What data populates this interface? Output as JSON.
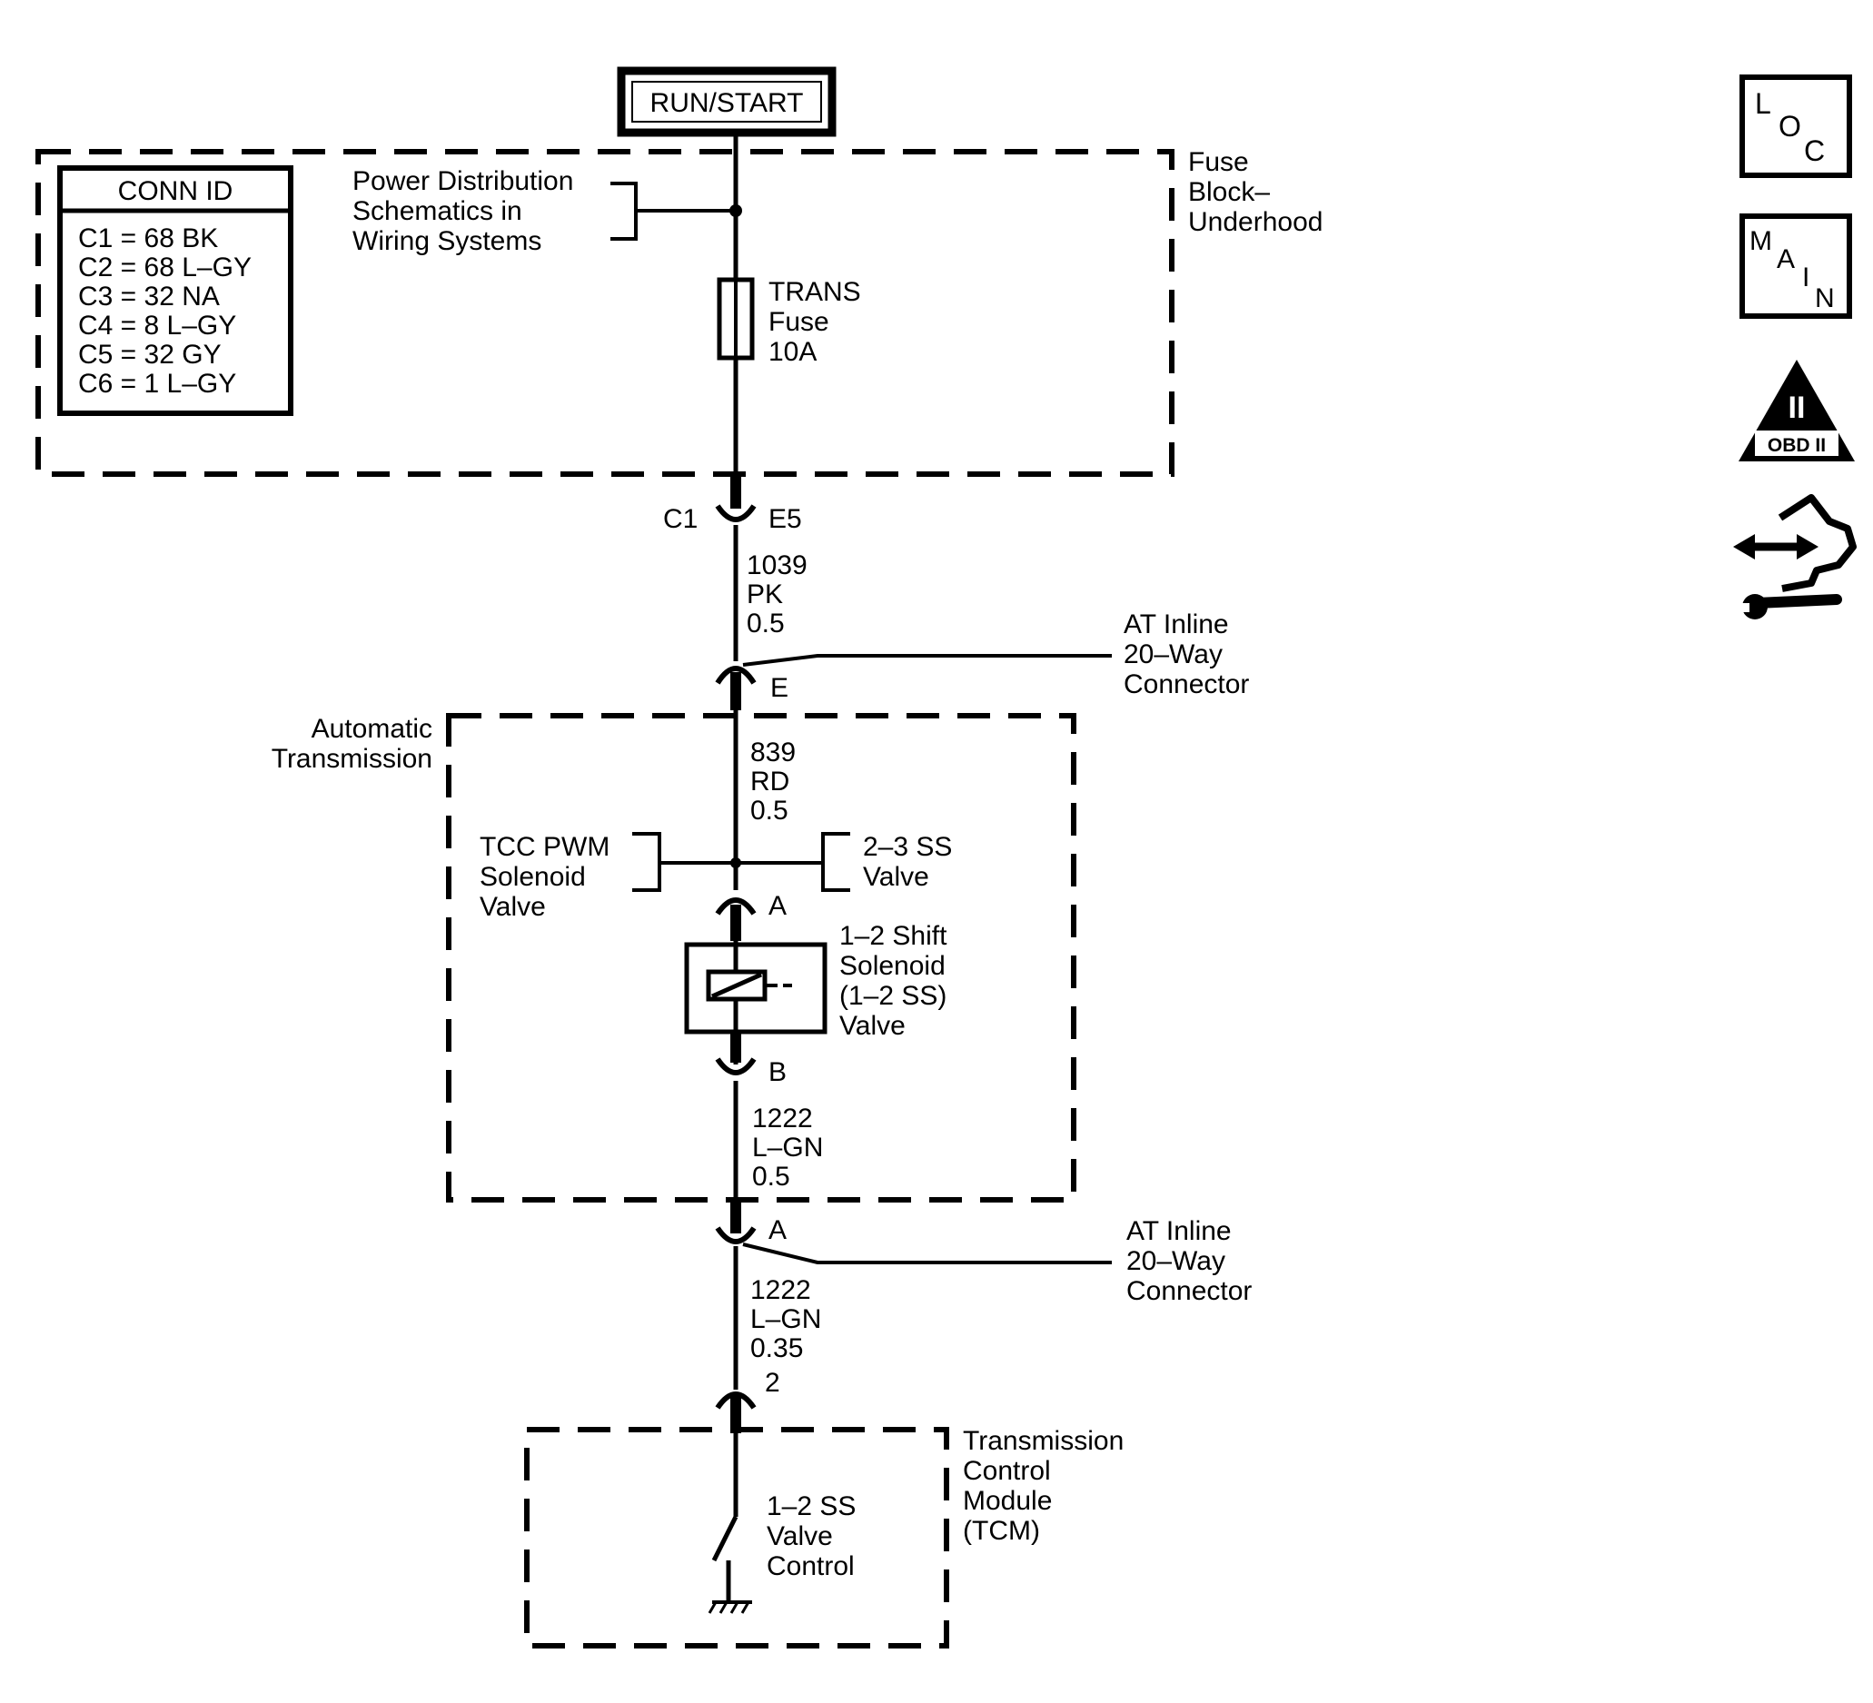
{
  "power": {
    "label": "RUN/START"
  },
  "fuse_block": {
    "label_lines": [
      "Fuse",
      "Block–",
      "Underhood"
    ],
    "power_ref_lines": [
      "Power Distribution",
      "Schematics in",
      "Wiring Systems"
    ],
    "fuse_lines": [
      "TRANS",
      "Fuse",
      "10A"
    ]
  },
  "conn_id": {
    "title": "CONN ID",
    "rows": [
      "C1 = 68 BK",
      "C2 = 68 L–GY",
      "C3 = 32 NA",
      "C4 = 8 L–GY",
      "C5 = 32 GY",
      "C6 = 1 L–GY"
    ]
  },
  "connector_c1": {
    "left": "C1",
    "right": "E5"
  },
  "wire_1039": [
    "1039",
    "PK",
    "0.5"
  ],
  "inline_connector_top": {
    "pin": "E",
    "label_lines": [
      "AT Inline",
      "20–Way",
      "Connector"
    ]
  },
  "auto_trans": {
    "label_lines": [
      "Automatic",
      "Transmission"
    ],
    "wire_839": [
      "839",
      "RD",
      "0.5"
    ],
    "tcc_lines": [
      "TCC PWM",
      "Solenoid",
      "Valve"
    ],
    "ss23_lines": [
      "2–3 SS",
      "Valve"
    ],
    "pin_a": "A",
    "solenoid_lines": [
      "1–2 Shift",
      "Solenoid",
      "(1–2 SS)",
      "Valve"
    ],
    "pin_b": "B",
    "wire_1222": [
      "1222",
      "L–GN",
      "0.5"
    ]
  },
  "inline_connector_bottom": {
    "pin": "A",
    "label_lines": [
      "AT Inline",
      "20–Way",
      "Connector"
    ]
  },
  "wire_1222_b": [
    "1222",
    "L–GN",
    "0.35"
  ],
  "tcm": {
    "pin": "2",
    "label_lines": [
      "Transmission",
      "Control",
      "Module",
      "(TCM)"
    ],
    "control_lines": [
      "1–2 SS",
      "Valve",
      "Control"
    ]
  },
  "side_icons": {
    "loc": [
      "L",
      "O",
      "C"
    ],
    "main": [
      "M",
      "A",
      "I",
      "N"
    ],
    "obd": {
      "numeral": "II",
      "caption": "OBD II"
    },
    "tools": "tools-icon"
  }
}
